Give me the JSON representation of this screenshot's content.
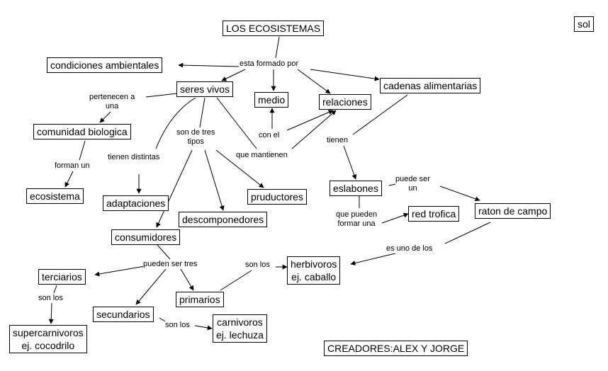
{
  "colors": {
    "line": "#000000",
    "background": "#ffffff"
  },
  "nodes": {
    "root": "LOS ECOSISTEMAS",
    "sol": "sol",
    "condiciones": "condiciones ambientales",
    "seres_vivos": "seres vivos",
    "medio": "medio",
    "relaciones": "relaciones",
    "cadenas": "cadenas alimentarias",
    "comunidad": "comunidad biologica",
    "ecosistema": "ecosistema",
    "adaptaciones": "adaptaciones",
    "descomponedores": "descomponedores",
    "pruductores": "pruductores",
    "consumidores": "consumidores",
    "eslabones": "eslabones",
    "red_trofica": "red trofica",
    "raton": "raton de campo",
    "terciarios": "terciarios",
    "supercarnivoros_1": "supercarnivoros",
    "supercarnivoros_2": "ej. cocodrilo",
    "secundarios": "secundarios",
    "primarios": "primarios",
    "herbivoros_1": "herbivoros",
    "herbivoros_2": "ej.  caballo",
    "carnivoros_1": "carnivoros",
    "carnivoros_2": "ej.  lechuza",
    "creadores": "CREADORES:ALEX Y JORGE"
  },
  "links": {
    "esta_formado": "esta formado por",
    "pertenecen_1": "pertenecen a",
    "pertenecen_2": "una",
    "forman": "forman un",
    "tienen_distintas": "tienen distintas",
    "son_tres_1": "son de tres",
    "son_tres_2": "tipos",
    "con_el": "con el",
    "que_mantienen": "que mantienen",
    "tienen": "tienen",
    "puede_ser_1": "puede ser",
    "puede_ser_2": "un",
    "que_pueden_1": "que pueden",
    "que_pueden_2": "formar una",
    "es_uno": "es uno de los",
    "pueden_tres": "pueden ser tres",
    "son_los_1": "son los",
    "son_los_2": "son los",
    "son_los_3": "son los"
  }
}
